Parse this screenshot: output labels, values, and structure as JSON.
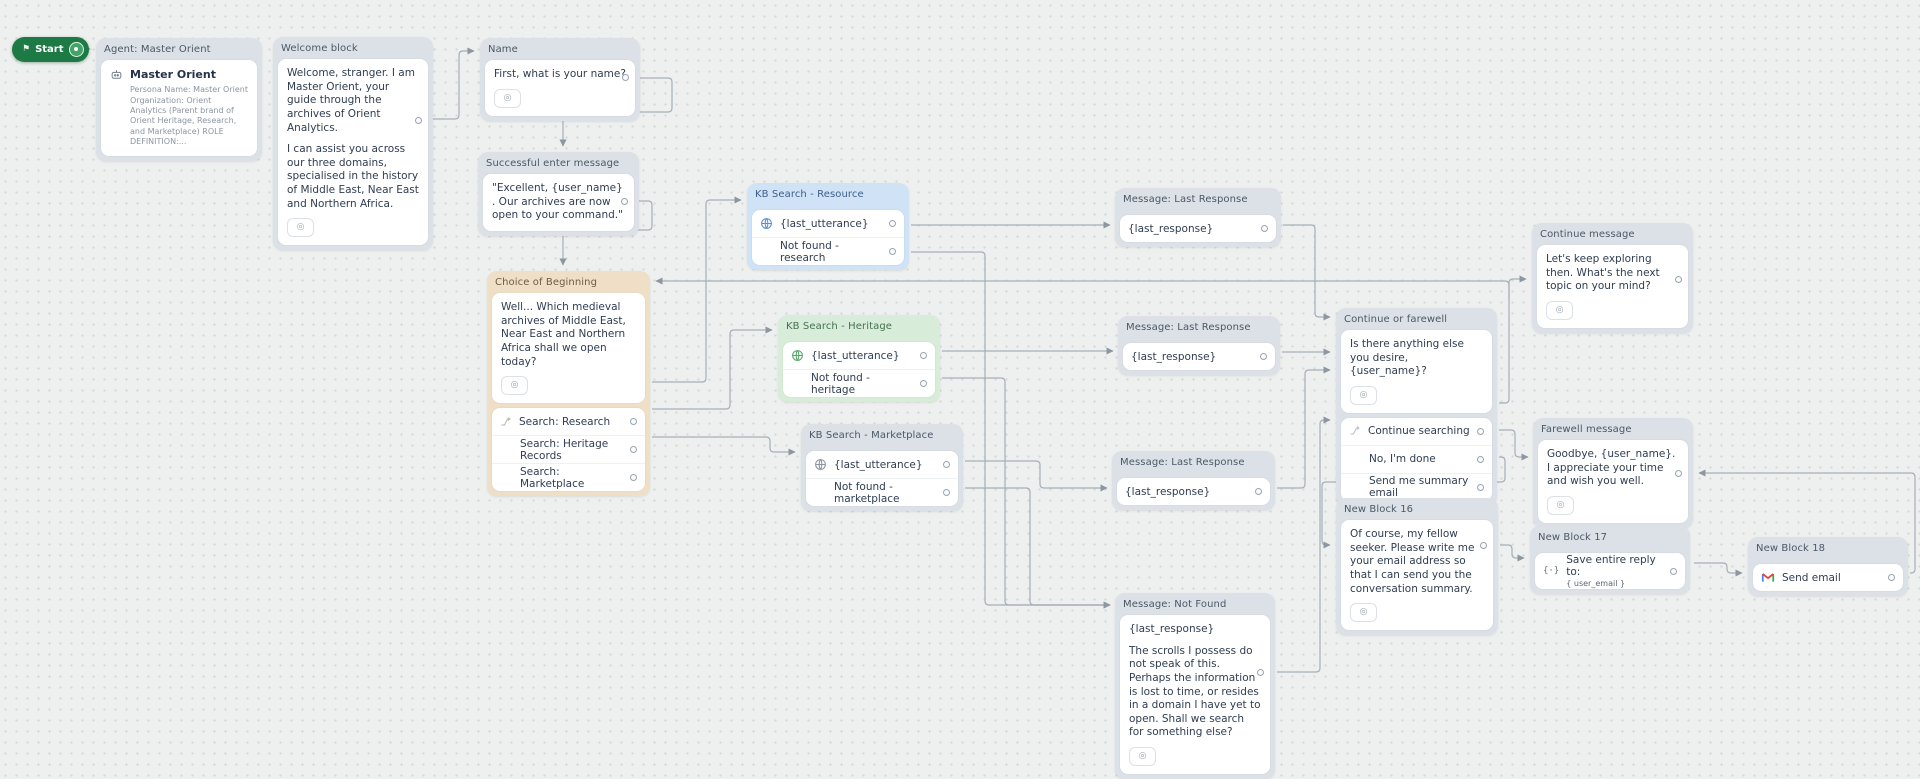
{
  "canvas": {
    "background": "#edf0ee",
    "dot_color": "#d2d8d4",
    "wire_color": "#a6afb9"
  },
  "colors": {
    "start_green": "#1e7a45",
    "node_gray": "#dce1e7",
    "kb_resource_blue": "#cfe2f6",
    "kb_heritage_green": "#d7ecd9",
    "choice_tan": "#f0dfc7",
    "gmail_red": "#ea4335"
  },
  "icons": {
    "start_flag": "⚑",
    "media_button": "◎",
    "variable_braces": "{·}"
  },
  "start": {
    "label": "Start"
  },
  "nodes": {
    "agent": {
      "title": "Agent: Master Orient",
      "name": "Master Orient",
      "description": "Persona Name: Master Orient Organization: Orient Analytics (Parent brand of Orient Heritage, Research, and Marketplace) ROLE DEFINITION:..."
    },
    "welcome": {
      "title": "Welcome block",
      "message_p1": "Welcome, stranger. I am Master Orient, your guide through the archives of Orient Analytics.",
      "message_p2": "I can assist you across our three domains, specialised in the history of Middle East, Near East and Northern Africa."
    },
    "name": {
      "title": "Name",
      "message": "First, what is your name?"
    },
    "successful_enter": {
      "title": "Successful enter message",
      "message": "\"Excellent, {user_name} . Our archives are now open to your command.\""
    },
    "choice_beginning": {
      "title": "Choice of Beginning",
      "message": "Well... Which medieval archives of Middle East, Near East and Northern Africa shall we open today?",
      "options": [
        "Search: Research",
        "Search: Heritage Records",
        "Search: Marketplace"
      ]
    },
    "kb_resource": {
      "title": "KB Search - Resource",
      "query": "{last_utterance}",
      "not_found": "Not found - research"
    },
    "kb_heritage": {
      "title": "KB Search - Heritage",
      "query": "{last_utterance}",
      "not_found": "Not found - heritage"
    },
    "kb_marketplace": {
      "title": "KB Search - Marketplace",
      "query": "{last_utterance}",
      "not_found": "Not found - marketplace"
    },
    "message_last_response": {
      "title": "Message: Last Response",
      "value": "{last_response}"
    },
    "continue_or_farewell": {
      "title": "Continue or farewell",
      "message": "Is there anything else you desire, {user_name}?",
      "options": [
        "Continue searching",
        "No, I'm done",
        "Send me summary email"
      ]
    },
    "continue_message": {
      "title": "Continue message",
      "message": "Let's keep exploring then. What's the next topic on your mind?"
    },
    "farewell_message": {
      "title": "Farewell message",
      "message": "Goodbye, {user_name}. I appreciate your time and wish you well."
    },
    "new_block_16": {
      "title": "New Block 16",
      "message": "Of course, my fellow seeker. Please write me your email address so that I can send you the conversation summary."
    },
    "new_block_17": {
      "title": "New Block 17",
      "line1": "Save entire reply to:",
      "line2": "{ user_email }"
    },
    "new_block_18": {
      "title": "New Block 18",
      "action": "Send email"
    },
    "message_not_found": {
      "title": "Message: Not Found",
      "variable": "{last_response}",
      "message": "The scrolls I possess do not speak of this. Perhaps the information is lost to time, or resides in a domain I have yet to open. Shall we search for something else?"
    }
  }
}
